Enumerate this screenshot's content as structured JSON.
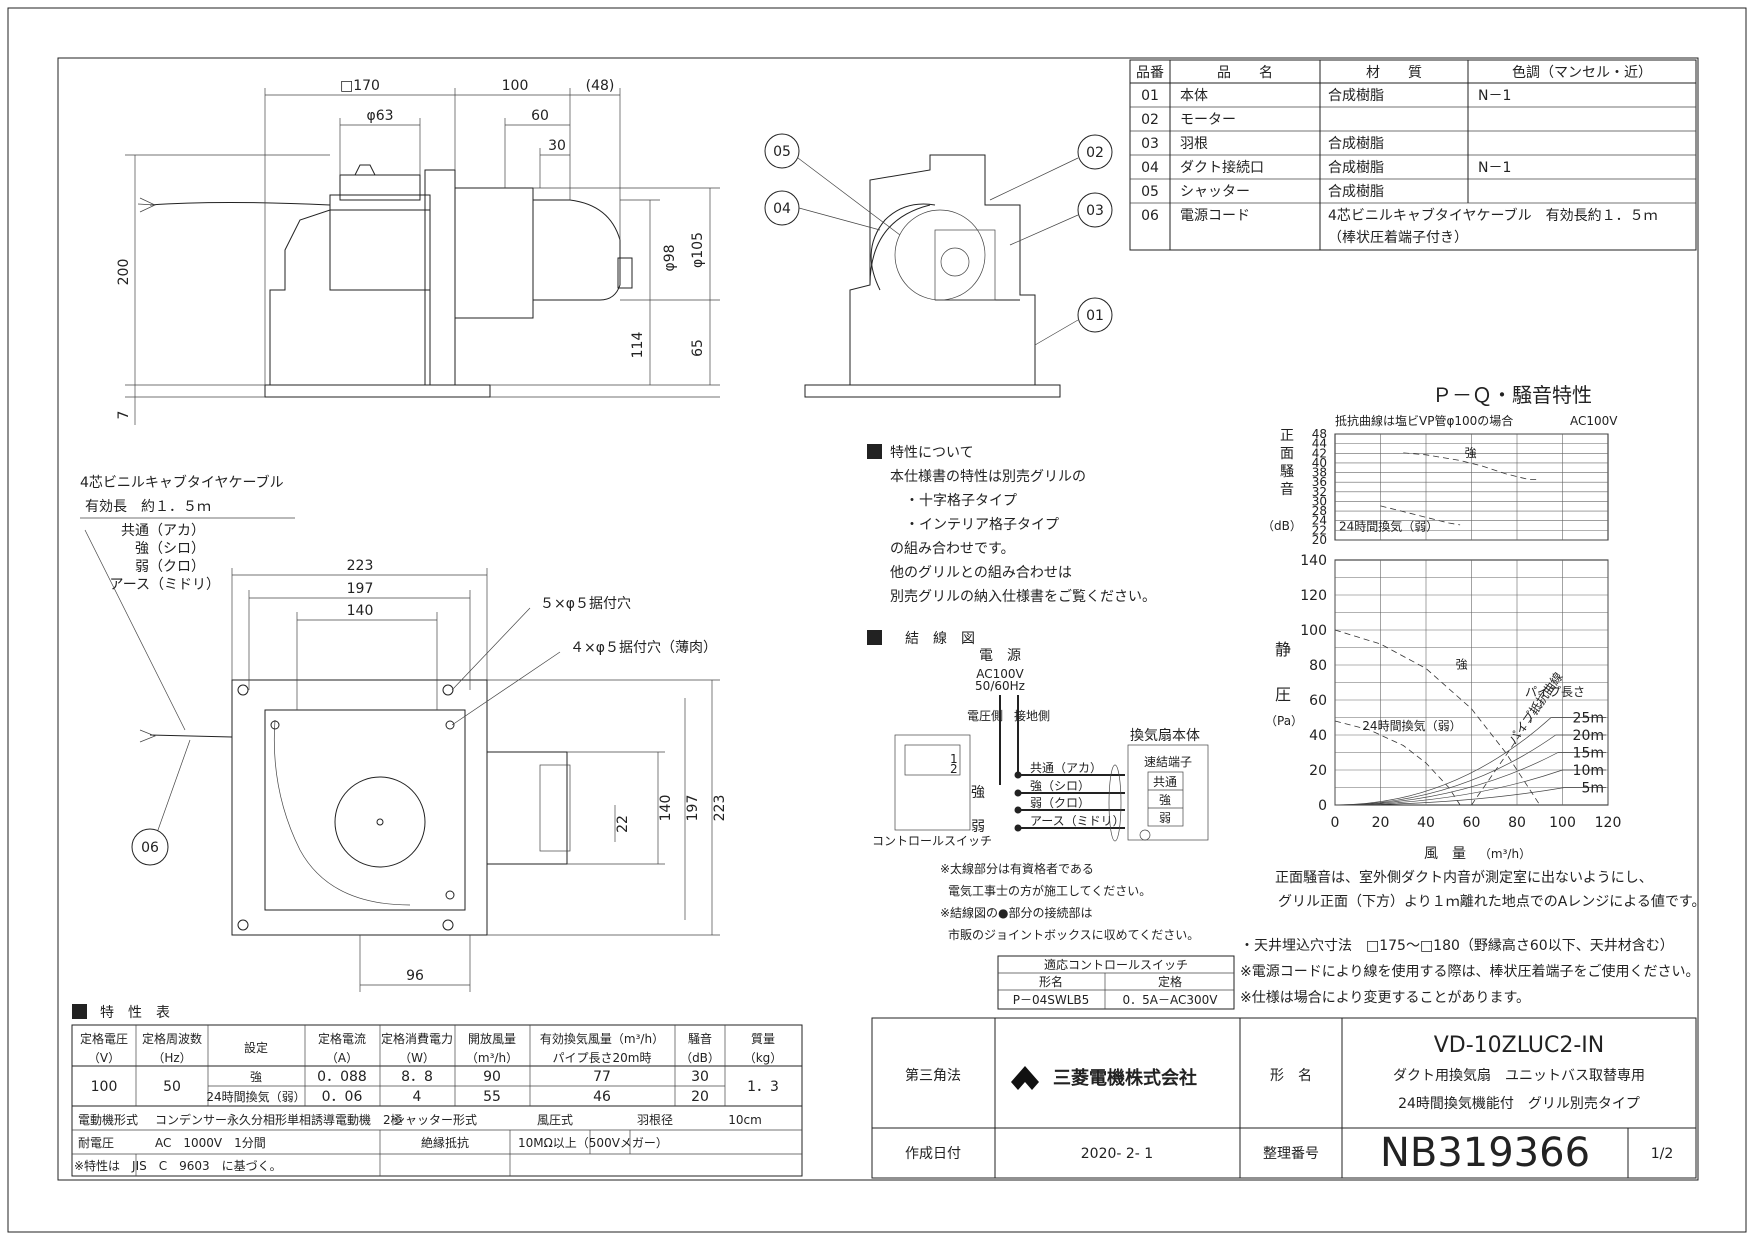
{
  "parts_table": {
    "headers": [
      "品番",
      "品　　名",
      "材　　質",
      "色調（マンセル・近）"
    ],
    "rows": [
      [
        "01",
        "本体",
        "合成樹脂",
        "N－1"
      ],
      [
        "02",
        "モーター",
        "",
        ""
      ],
      [
        "03",
        "羽根",
        "合成樹脂",
        ""
      ],
      [
        "04",
        "ダクト接続口",
        "合成樹脂",
        "N－1"
      ],
      [
        "05",
        "シャッター",
        "合成樹脂",
        ""
      ],
      [
        "06",
        "電源コード",
        "4芯ビニルキャブタイヤケーブル　有効長約１．５ｍ",
        ""
      ]
    ],
    "row6_note": "（棒状圧着端子付き）"
  },
  "side_view": {
    "dims": [
      "□170",
      "100",
      "(48)",
      "φ63",
      "60",
      "30",
      "200",
      "φ98",
      "φ105",
      "114",
      "65",
      "7"
    ]
  },
  "bottom_view": {
    "cable_label_1": "4芯ビニルキャブタイヤケーブル",
    "cable_label_2": "有効長　約１．５ｍ",
    "wires": [
      "共通（アカ）",
      "強（シロ）",
      "弱（クロ）",
      "アース（ミドリ）"
    ],
    "dims": [
      "223",
      "197",
      "140",
      "223",
      "197",
      "140",
      "22",
      "96"
    ],
    "hole_label_1": "５×φ５据付穴",
    "hole_label_2": "４×φ５据付穴（薄肉）",
    "part_tag": "06"
  },
  "section_view": {
    "tags": [
      "05",
      "04",
      "02",
      "03",
      "01"
    ]
  },
  "notes": {
    "title": "特性について",
    "lines": [
      "本仕様書の特性は別売グリルの",
      "・十字格子タイプ",
      "・インテリア格子タイプ",
      "の組み合わせです。",
      "他のグリルとの組み合わせは",
      "別売グリルの納入仕様書をご覧ください。"
    ]
  },
  "wiring": {
    "title": "結　線　図",
    "power": "電　源",
    "ac": "AC100V",
    "hz": "50/60Hz",
    "volt_side": "電圧側",
    "ground_side": "接地側",
    "fan_body": "換気扇本体",
    "terminal": "速結端子",
    "term_labels": [
      "共通",
      "強",
      "弱"
    ],
    "sw_labels": [
      "強",
      "弱"
    ],
    "wires": [
      "共通（アカ）",
      "強（シロ）",
      "弱（クロ）",
      "アース（ミドリ）"
    ],
    "switch_label": "コントロールスイッチ",
    "switch_no": "1",
    "switch_no2": "2",
    "remarks": [
      "※太線部分は有資格者である",
      "電気工事士の方が施工してください。",
      "※結線図の●部分の接続部は",
      "市販のジョイントボックスに収めてください。"
    ]
  },
  "switch_table": {
    "title": "適応コントロールスイッチ",
    "headers": [
      "形名",
      "定格"
    ],
    "row": [
      "P－04SWLB5",
      "0．5A－AC300V"
    ]
  },
  "chart_title": "Ｐ－Ｑ・騒音特性",
  "chart_data": [
    {
      "type": "line",
      "title": "",
      "ylabel": "正面騒音",
      "ylabel_unit": "（dB）",
      "note": "抵抗曲線は塩ビVP管φ100の場合",
      "ac": "AC100V",
      "ylim": [
        20,
        48
      ],
      "y_ticks": [
        "48",
        "44",
        "42",
        "40",
        "38",
        "36",
        "32",
        "30",
        "28",
        "24",
        "22",
        "20"
      ],
      "xlim": [
        0,
        120
      ],
      "series": [
        {
          "name": "強",
          "x": [
            30,
            40,
            55,
            65,
            75,
            85,
            90
          ],
          "y": [
            43,
            42.5,
            41,
            39.5,
            37.5,
            36,
            36
          ]
        },
        {
          "name": "24時間換気（弱）",
          "x": [
            20,
            30,
            40,
            50,
            55
          ],
          "y": [
            29,
            27.5,
            26,
            24.5,
            24
          ]
        }
      ]
    },
    {
      "type": "line",
      "title": "",
      "xlabel": "風　量",
      "xlabel_unit": "（m³/h）",
      "ylabel": "静　圧",
      "ylabel_unit": "（Pa）",
      "xlim": [
        0,
        120
      ],
      "ylim": [
        0,
        140
      ],
      "x_ticks": [
        "0",
        "20",
        "40",
        "60",
        "80",
        "100",
        "120"
      ],
      "y_ticks": [
        "0",
        "20",
        "40",
        "60",
        "80",
        "100",
        "120",
        "140"
      ],
      "pipe_label": "パイプ長さ",
      "pipe_curve_label": "パイプ抵抗曲線",
      "series": [
        {
          "name": "強",
          "x": [
            0,
            20,
            40,
            60,
            75,
            90
          ],
          "y": [
            100,
            92,
            78,
            55,
            30,
            0
          ]
        },
        {
          "name": "24時間換気（弱）",
          "x": [
            0,
            15,
            30,
            40,
            50,
            55
          ],
          "y": [
            48,
            43,
            34,
            24,
            10,
            0
          ]
        }
      ],
      "pipe_curves": [
        {
          "name": "25m",
          "end_x": 95,
          "end_y": 50
        },
        {
          "name": "20m",
          "end_x": 97,
          "end_y": 40
        },
        {
          "name": "15m",
          "end_x": 98,
          "end_y": 30
        },
        {
          "name": "10m",
          "end_x": 100,
          "end_y": 20
        },
        {
          "name": "5m",
          "end_x": 101,
          "end_y": 10
        }
      ]
    }
  ],
  "chart_notes": [
    "正面騒音は、室外側ダクト内音が測定室に出ないようにし、",
    "グリル正面（下方）より１ｍ離れた地点でのAレンジによる値です。"
  ],
  "general_notes": [
    "・天井埋込穴寸法　□175～□180（野縁高さ60以下、天井材含む）",
    "※電源コードにより線を使用する際は、棒状圧着端子をご使用ください。",
    "※仕様は場合により変更することがあります。"
  ],
  "spec_table": {
    "title": "特　性　表",
    "h1": [
      "定格電圧",
      "定格周波数",
      "設定",
      "定格電流",
      "定格消費電力",
      "開放風量",
      "有効換気風量（m³/h）",
      "騒音",
      "質量"
    ],
    "h2": [
      "（V）",
      "（Hz）",
      "（A）",
      "（W）",
      "（m³/h）",
      "パイプ長さ20m時",
      "（dB）",
      "（kg）"
    ],
    "voltage": "100",
    "freq": "50",
    "weight": "1．3",
    "rows": [
      [
        "強",
        "0．088",
        "8．8",
        "90",
        "77",
        "30"
      ],
      [
        "24時間換気（弱）",
        "0．06",
        "4",
        "55",
        "46",
        "20"
      ]
    ],
    "motor_label": "電動機形式",
    "motor_value": "コンデンサー永久分相形単相誘導電動機　2極",
    "shutter_label": "シャッター形式",
    "shutter_value": "風圧式",
    "blade_label": "羽根径",
    "blade_value": "10cm",
    "withstand_label": "耐電圧",
    "withstand_value": "AC　1000V　1分間",
    "insulation_label": "絶縁抵抗",
    "insulation_value": "10MΩ以上（500Vメガー）",
    "footnote": "※特性は　JIS　C　9603　に基づく。"
  },
  "title_block": {
    "projection": "第三角法",
    "company": "三菱電機株式会社",
    "model_label": "形　名",
    "model": "VD-10ZLUC2-IN",
    "desc1": "ダクト用換気扇　ユニットバス取替専用",
    "desc2": "24時間換気機能付　グリル別売タイプ",
    "date_label": "作成日付",
    "date": "2020- 2- 1",
    "ref_label": "整理番号",
    "ref_no": "NB319366",
    "page": "1/2"
  }
}
